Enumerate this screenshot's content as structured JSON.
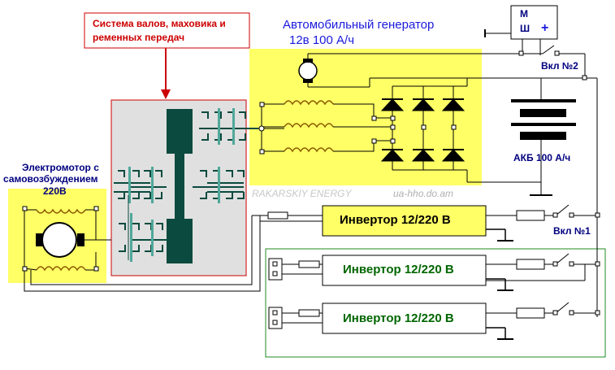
{
  "annotations": {
    "shaft_system": [
      "Система валов, маховика и",
      "ременных передач"
    ],
    "generator": [
      "Автомобильный генератор",
      "12в 100 А/ч"
    ],
    "motor": [
      "Электромотор с",
      "самовозбуждением",
      "220В"
    ],
    "battery": "АКБ  100 А/ч",
    "switch1": "Вкл №1",
    "switch2": "Вкл №2",
    "watermark": "RAKARSKIY ENERGY",
    "website": "ua-hho.do.am"
  },
  "relay": {
    "line1": "М",
    "line2": "Ш",
    "plus": "+"
  },
  "inverters": [
    "Инвертор 12/220 В",
    "Инвертор 12/220 В",
    "Инвертор 12/220 В"
  ],
  "colors": {
    "yellow": "#ffff66",
    "gray_box": "#e0e0e0",
    "inverter_green_text": "#006600",
    "inverter_black_text": "#000000",
    "shaft_dark": "#0b4a3e",
    "coil_brown": "#8b5a00",
    "red_arrow": "#cc0000"
  }
}
